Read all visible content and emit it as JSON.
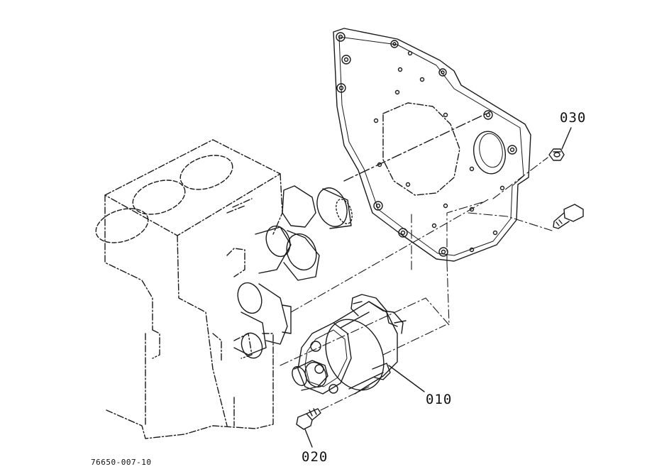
{
  "diagram": {
    "drawing_number": "76650-007-10",
    "parts": [
      {
        "callout": "010",
        "part": "starter-motor"
      },
      {
        "callout": "020",
        "part": "bolt"
      },
      {
        "callout": "030",
        "part": "nut"
      }
    ]
  }
}
